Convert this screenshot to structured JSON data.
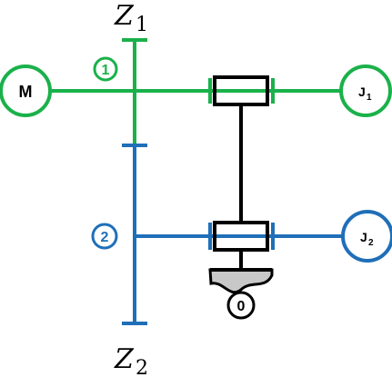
{
  "labels": {
    "z1": {
      "base": "Z",
      "sub": "1"
    },
    "z2": {
      "base": "Z",
      "sub": "2"
    },
    "motor": "M",
    "j1": {
      "base": "J",
      "sub": "1"
    },
    "j2": {
      "base": "J",
      "sub": "2"
    },
    "stage1": "1",
    "stage2": "2",
    "ground": "0"
  },
  "colors": {
    "green": "#1ab14a",
    "blue": "#1f6fb8",
    "black": "#000000",
    "ground_fill": "#c8c8c8"
  }
}
